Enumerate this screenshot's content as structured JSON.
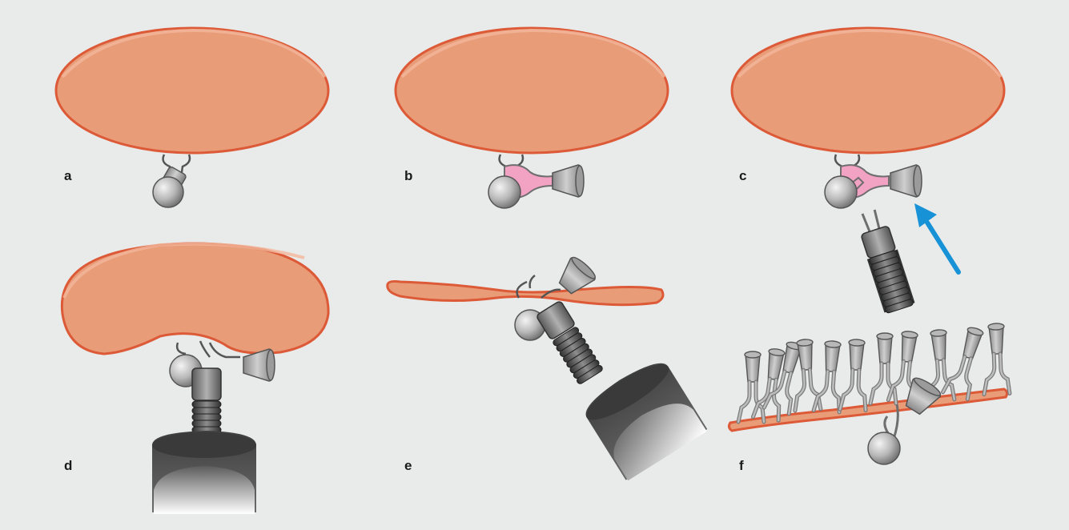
{
  "panels": [
    {
      "label": "a"
    },
    {
      "label": "b"
    },
    {
      "label": "c"
    },
    {
      "label": "d"
    },
    {
      "label": "e"
    },
    {
      "label": "f"
    }
  ],
  "colors": {
    "background": "#e9ebea",
    "tissue_fill": "#e89c78",
    "tissue_edge": "#dc5a37",
    "tissue_highlight": "#f2b79b",
    "clip_metal": "#a7a7a7",
    "clip_dark": "#6e6e6e",
    "captured_tissue": "#f2a2c3",
    "applicator_dark": "#4a4a4a",
    "arrow": "#1792d6"
  },
  "icons": [
    "hemostatic-clip-icon",
    "clip-applicator-icon",
    "direction-arrow-icon"
  ]
}
